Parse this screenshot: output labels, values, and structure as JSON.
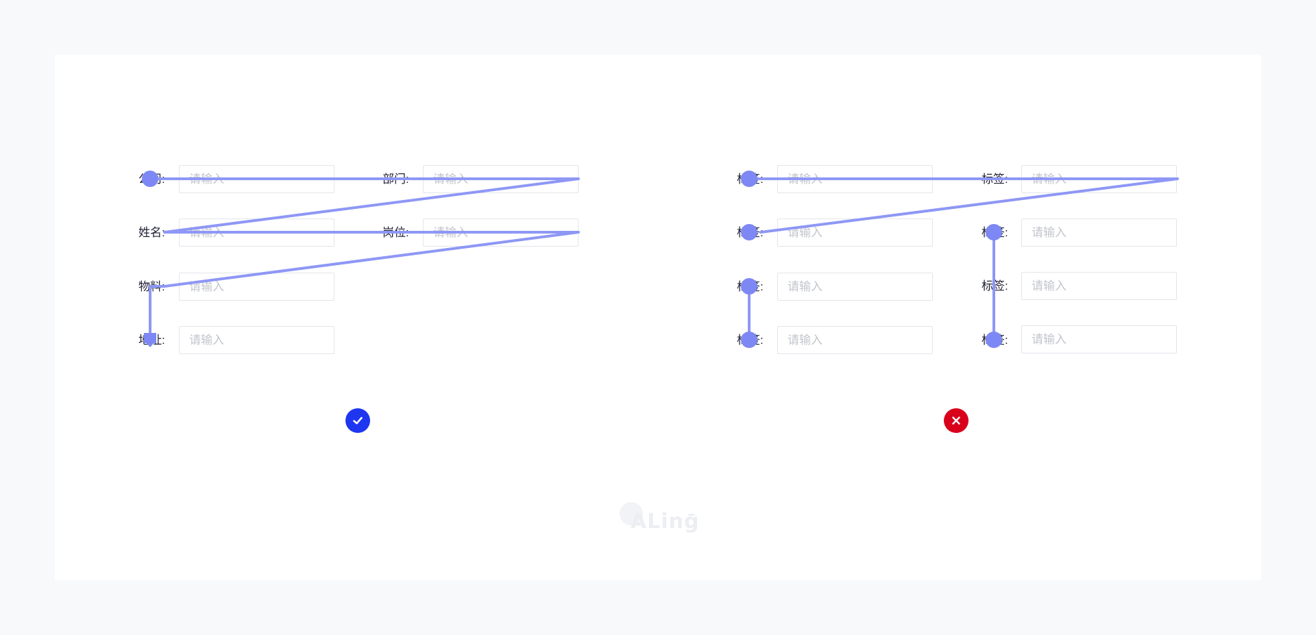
{
  "colors": {
    "flow_line": "#8e97f5",
    "flow_dot": "#7d88f4",
    "correct": "#1e36f0",
    "incorrect": "#d9001b"
  },
  "placeholder": "请输入",
  "good_form": {
    "fields": [
      {
        "label": "公司:"
      },
      {
        "label": "部门:"
      },
      {
        "label": "姓名:"
      },
      {
        "label": "岗位:"
      },
      {
        "label": "物料:"
      },
      {
        "label": "地址:"
      }
    ],
    "verdict_icon": "check-icon"
  },
  "bad_form": {
    "fields": [
      {
        "label": "标签:"
      },
      {
        "label": "标签:"
      },
      {
        "label": "标签:"
      },
      {
        "label": "标签:"
      },
      {
        "label": "标签:"
      },
      {
        "label": "标签:"
      },
      {
        "label": "标签:"
      },
      {
        "label": "标签:"
      }
    ],
    "verdict_icon": "close-icon"
  },
  "watermark": {
    "text": "ALing"
  }
}
